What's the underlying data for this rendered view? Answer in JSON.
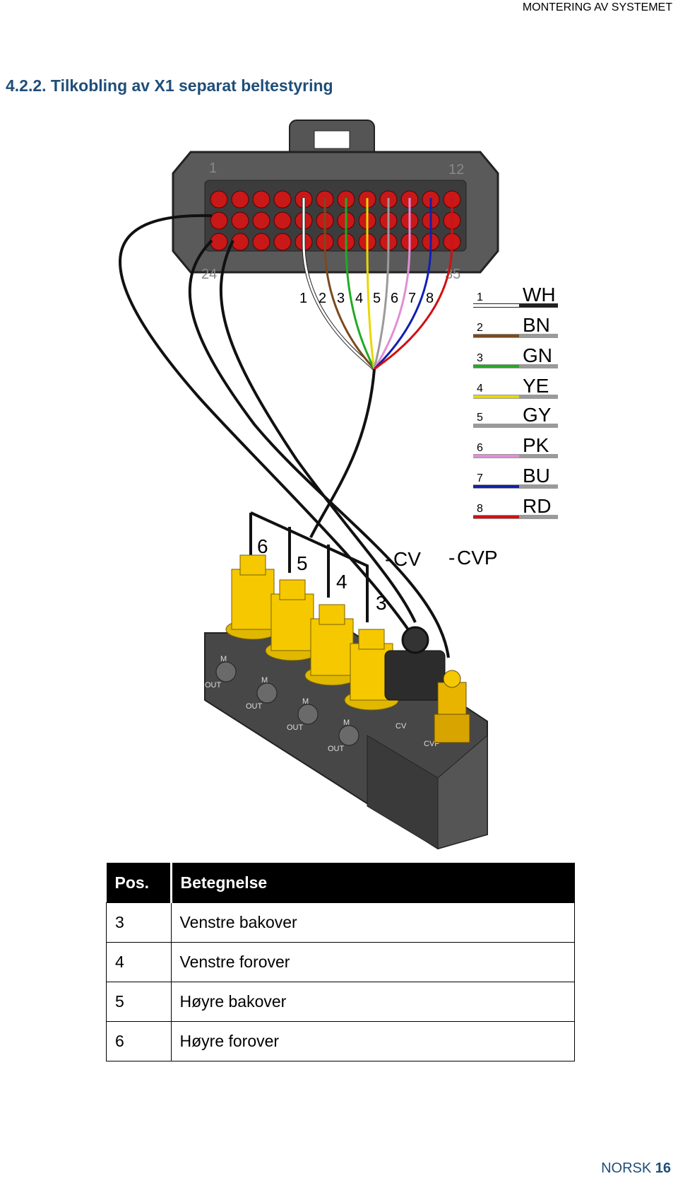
{
  "header": {
    "running_title": "MONTERING AV SYSTEMET"
  },
  "section": {
    "title": "4.2.2.  Tilkobling av X1 separat beltestyring"
  },
  "figure": {
    "connector_pins": {
      "first": "1",
      "row_end": "12",
      "row3_start": "24",
      "last": "35"
    },
    "wire_numbers": [
      "1",
      "2",
      "3",
      "4",
      "5",
      "6",
      "7",
      "8"
    ],
    "legend": [
      {
        "num": "1",
        "code": "WH",
        "color": "#ffffff"
      },
      {
        "num": "2",
        "code": "BN",
        "color": "#7a4a1e"
      },
      {
        "num": "3",
        "code": "GN",
        "color": "#22aa22"
      },
      {
        "num": "4",
        "code": "YE",
        "color": "#e8d800"
      },
      {
        "num": "5",
        "code": "GY",
        "color": "#9a9a9a"
      },
      {
        "num": "6",
        "code": "PK",
        "color": "#e08fd6"
      },
      {
        "num": "7",
        "code": "BU",
        "color": "#1020b0"
      },
      {
        "num": "8",
        "code": "RD",
        "color": "#d01010"
      }
    ],
    "valve_labels": {
      "v6": "6",
      "v5": "5",
      "v4": "4",
      "v3": "3",
      "cv": "CV",
      "cvp": "CVP"
    },
    "block_marks": {
      "m": "M",
      "out": "OUT",
      "cv": "CV",
      "cvp": "CVP"
    }
  },
  "table": {
    "headers": [
      "Pos.",
      "Betegnelse"
    ],
    "rows": [
      {
        "pos": "3",
        "desc": "Venstre bakover"
      },
      {
        "pos": "4",
        "desc": "Venstre forover"
      },
      {
        "pos": "5",
        "desc": "Høyre bakover"
      },
      {
        "pos": "6",
        "desc": "Høyre forover"
      }
    ]
  },
  "footer": {
    "lang": "NORSK",
    "page": "16"
  }
}
